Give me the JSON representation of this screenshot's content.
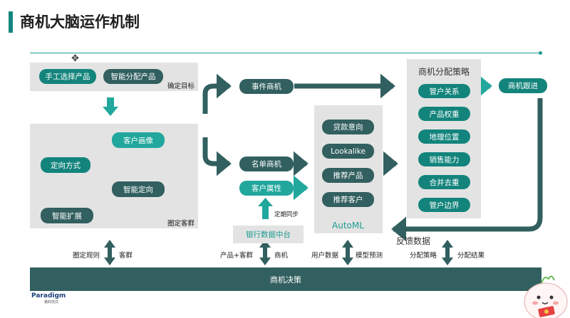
{
  "title": "商机大脑运作机制",
  "colors": {
    "teal": "#13847c",
    "dark_teal": "#325f5f",
    "light_teal": "#22a79d",
    "panel": "#e3e3e3"
  },
  "product_box": {
    "manual": "手工选择产品",
    "smart": "智能分配产品",
    "label": "确定目标"
  },
  "audience_box": {
    "targeting": "定向方式",
    "profile": "客户画像",
    "smart_targeting": "智能定向",
    "smart_expand": "智能扩展",
    "label": "圈定客群"
  },
  "event_opportunity": "事件商机",
  "list_opportunity": "名单商机",
  "customer_attr": "客户属性",
  "sync_label": "定期同步",
  "bank_center": "银行数据中台",
  "automl": {
    "items": [
      "贷款意向",
      "Lookalike",
      "推荐产品",
      "推荐客户"
    ],
    "label": "AutoML"
  },
  "strategy": {
    "title": "商机分配策略",
    "items": [
      "管户关系",
      "产品权重",
      "地理位置",
      "销售能力",
      "合并去重",
      "管户边界"
    ]
  },
  "follow_up": "商机跟进",
  "feedback": "反馈数据",
  "bottom_labels": {
    "circle_rules": "圈定规则",
    "audience": "客群",
    "product_audience": "产品+客群",
    "opportunity": "商机",
    "user_data": "用户数据",
    "model_predict": "模型预测",
    "alloc_strategy": "分配策略",
    "alloc_result": "分配结果"
  },
  "decision_band": "商机决策",
  "logo": {
    "name": "Paradigm",
    "sub": "第四范式"
  }
}
